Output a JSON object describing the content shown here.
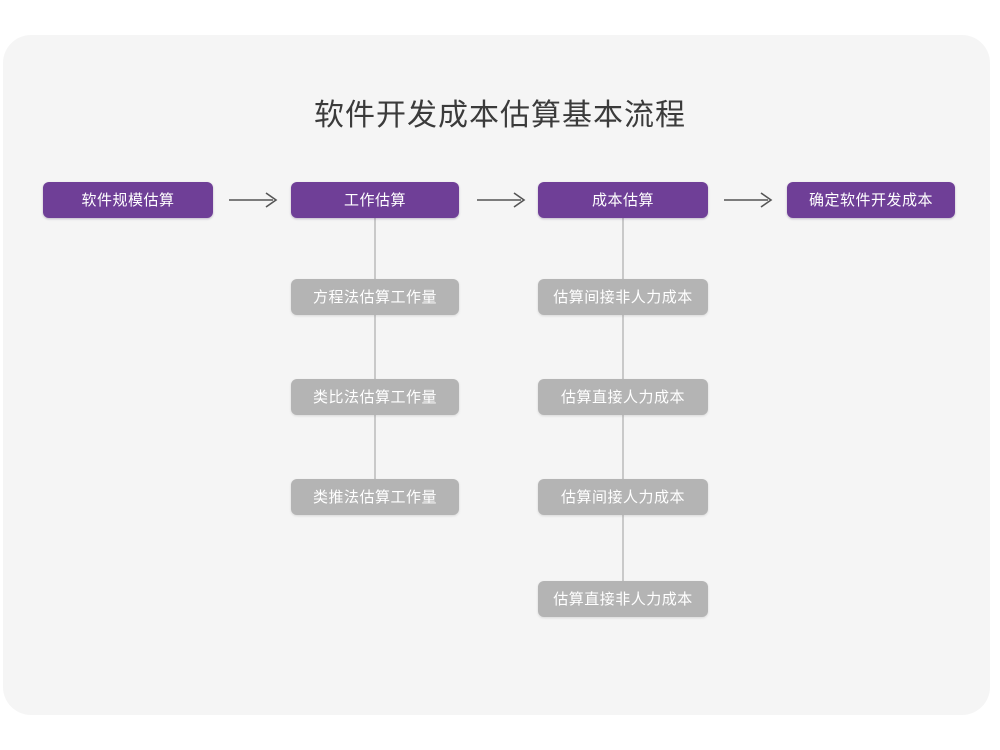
{
  "page": {
    "title": "软件开发成本估算基本流程",
    "background_color": "#ffffff",
    "card_color": "#f5f5f5"
  },
  "theme": {
    "primary_color": "#6f3f97",
    "secondary_color": "#b4b4b4",
    "connector_color": "#c9c9c9",
    "arrow_color": "#555555",
    "title_color": "#3b3b3b"
  },
  "chart_data": {
    "type": "diagram",
    "title": "软件开发成本估算基本流程",
    "orientation": "left-to-right with vertical sub-branches",
    "main_flow": [
      {
        "id": "step-1",
        "label": "软件规模估算",
        "children": []
      },
      {
        "id": "step-2",
        "label": "工作估算",
        "children": [
          "方程法估算工作量",
          "类比法估算工作量",
          "类推法估算工作量"
        ]
      },
      {
        "id": "step-3",
        "label": "成本估算",
        "children": [
          "估算间接非人力成本",
          "估算直接人力成本",
          "估算间接人力成本",
          "估算直接非人力成本"
        ]
      },
      {
        "id": "step-4",
        "label": "确定软件开发成本",
        "children": []
      }
    ],
    "connectors": [
      {
        "from": "软件规模估算",
        "to": "工作估算",
        "style": "arrow"
      },
      {
        "from": "工作估算",
        "to": "成本估算",
        "style": "arrow"
      },
      {
        "from": "成本估算",
        "to": "确定软件开发成本",
        "style": "arrow"
      },
      {
        "from": "工作估算",
        "to": "方程法估算工作量",
        "style": "line"
      },
      {
        "from": "方程法估算工作量",
        "to": "类比法估算工作量",
        "style": "line"
      },
      {
        "from": "类比法估算工作量",
        "to": "类推法估算工作量",
        "style": "line"
      },
      {
        "from": "成本估算",
        "to": "估算间接非人力成本",
        "style": "line"
      },
      {
        "from": "估算间接非人力成本",
        "to": "估算直接人力成本",
        "style": "line"
      },
      {
        "from": "估算直接人力成本",
        "to": "估算间接人力成本",
        "style": "line"
      },
      {
        "from": "估算间接人力成本",
        "to": "估算直接非人力成本",
        "style": "line"
      }
    ]
  },
  "flow": {
    "steps": [
      {
        "label": "软件规模估算"
      },
      {
        "label": "工作估算"
      },
      {
        "label": "成本估算"
      },
      {
        "label": "确定软件开发成本"
      }
    ],
    "branch_work": [
      {
        "label": "方程法估算工作量"
      },
      {
        "label": "类比法估算工作量"
      },
      {
        "label": "类推法估算工作量"
      }
    ],
    "branch_cost": [
      {
        "label": "估算间接非人力成本"
      },
      {
        "label": "估算直接人力成本"
      },
      {
        "label": "估算间接人力成本"
      },
      {
        "label": "估算直接非人力成本"
      }
    ],
    "arrows": [
      {
        "name": "arrow-right-icon-1"
      },
      {
        "name": "arrow-right-icon-2"
      },
      {
        "name": "arrow-right-icon-3"
      }
    ]
  }
}
